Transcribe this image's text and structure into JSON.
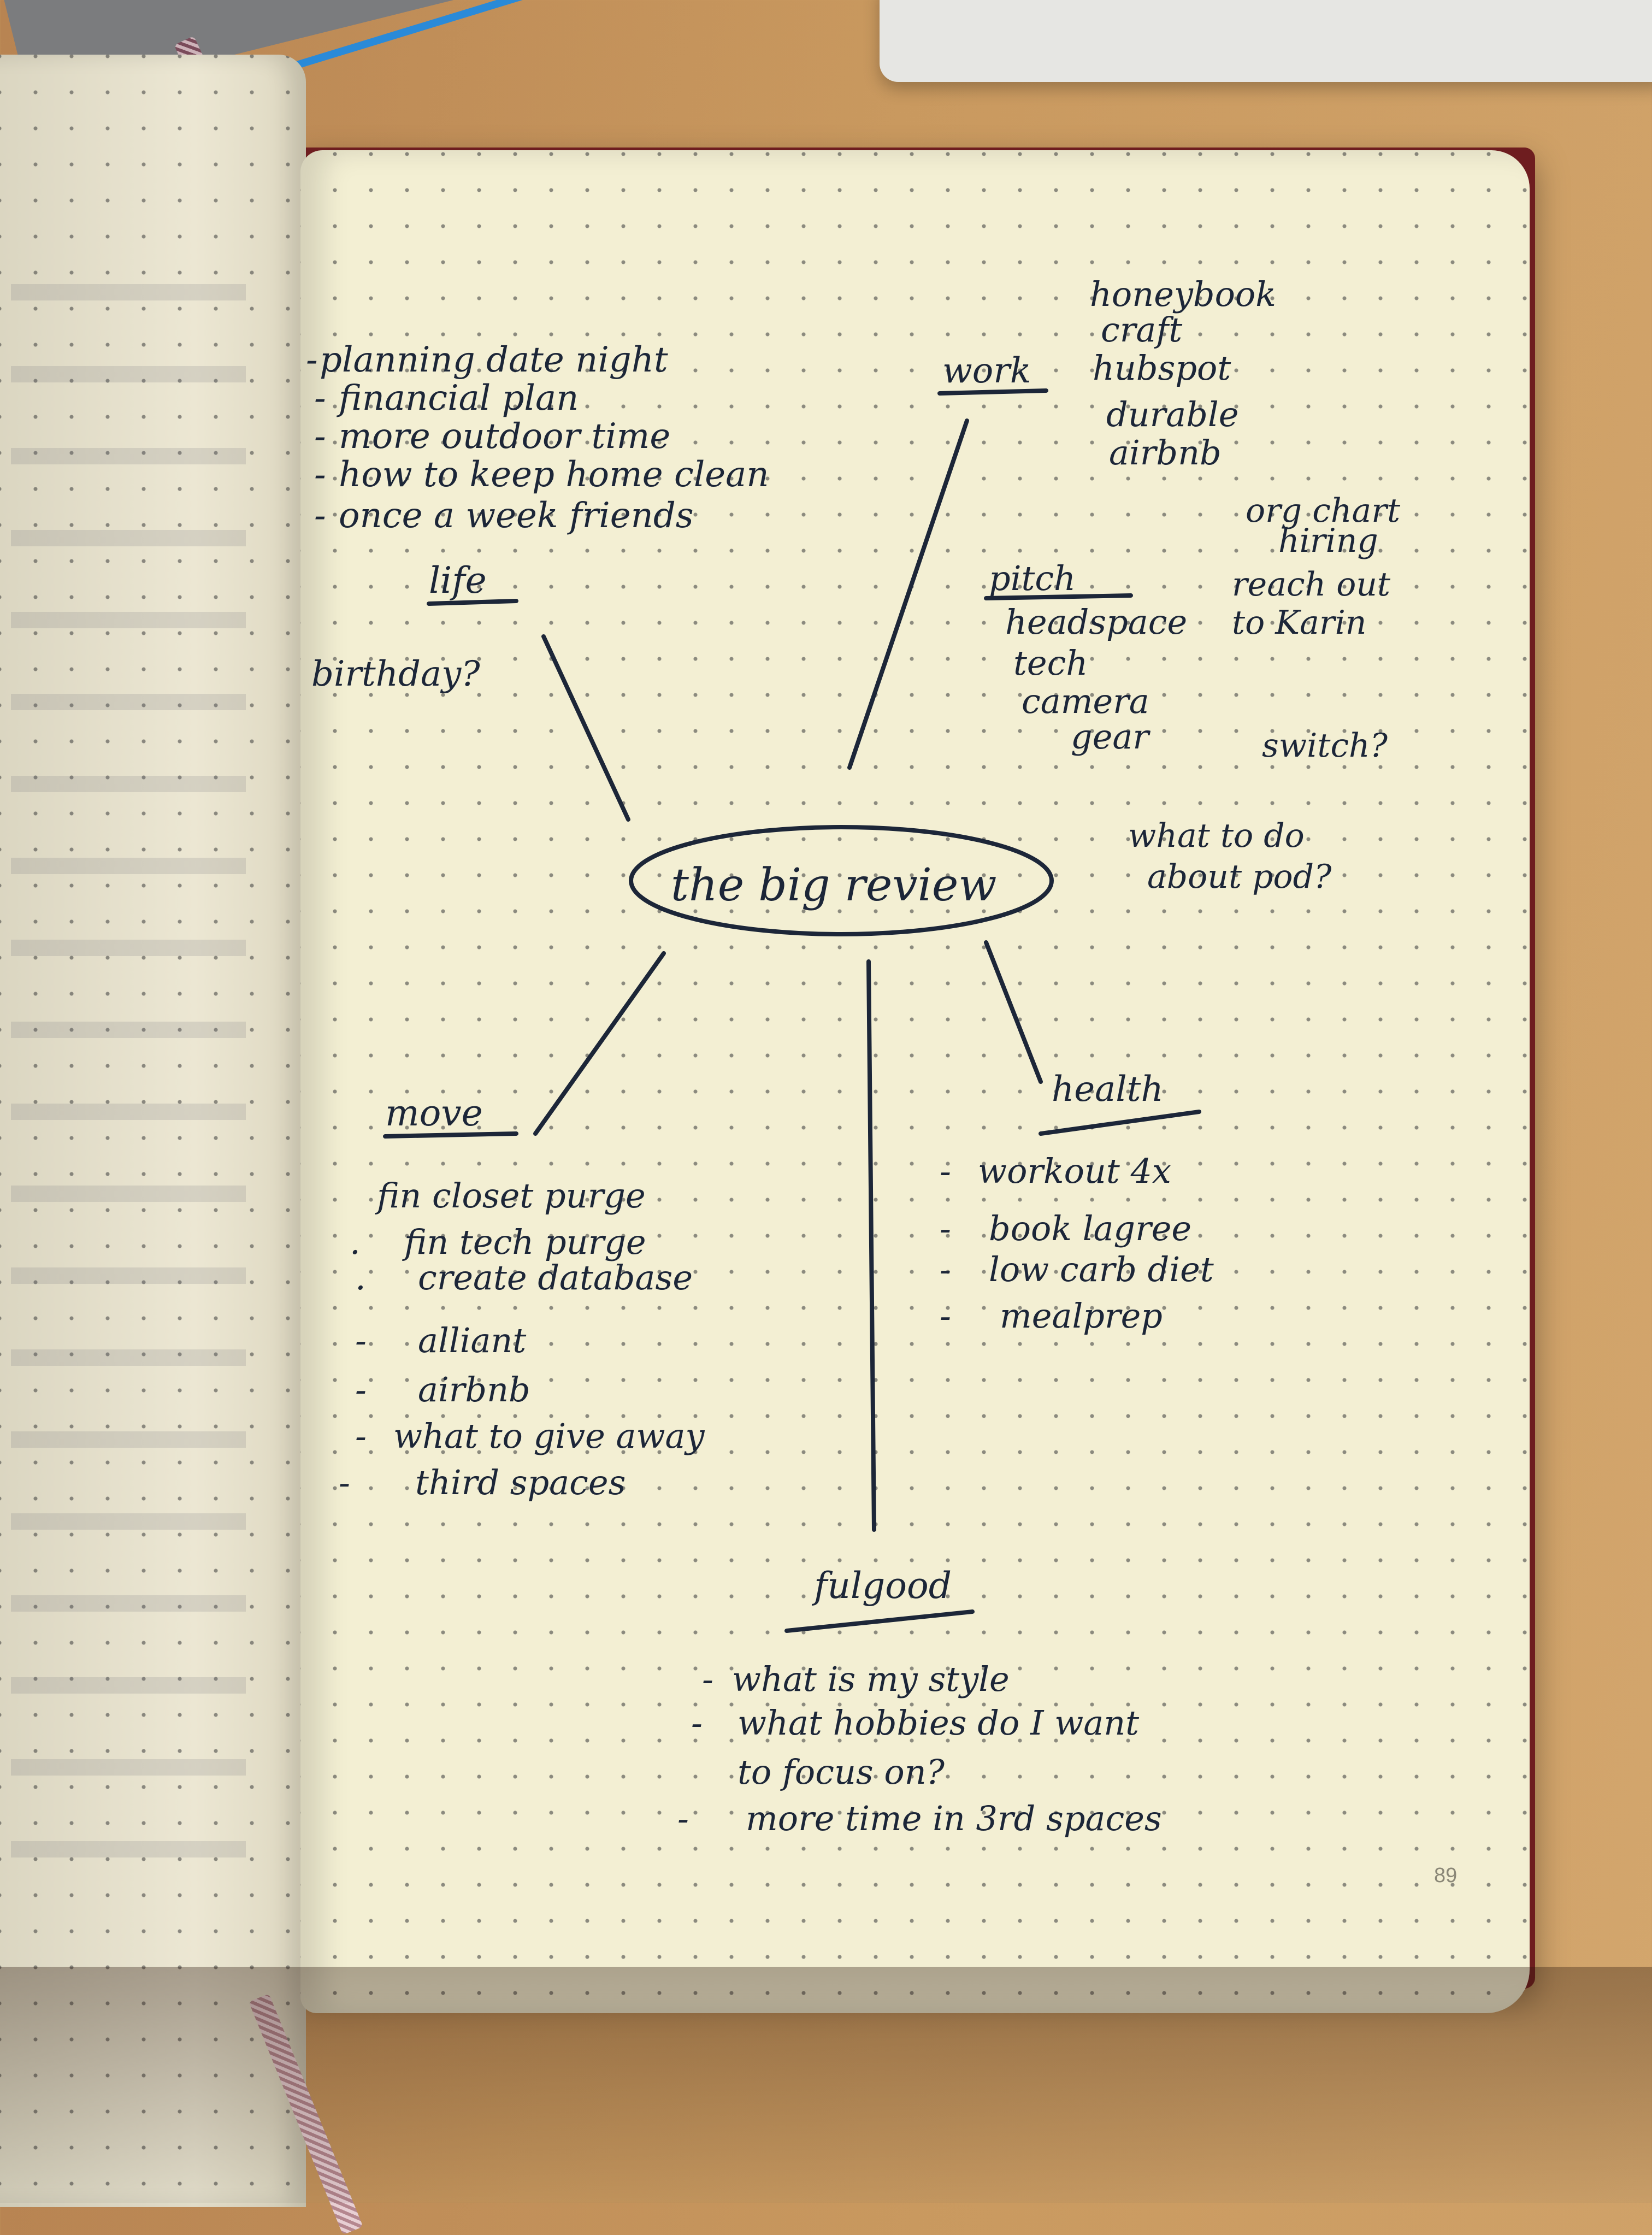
{
  "page": {
    "number": "89",
    "center": "the big review",
    "branches": {
      "life": {
        "label": "life",
        "items": [
          "planning date night",
          "financial plan",
          "more outdoor time",
          "how to keep home clean",
          "once a week friends"
        ],
        "note": "birthday?"
      },
      "work": {
        "label": "work",
        "items": [
          "honeybook",
          "craft",
          "hubspot",
          "durable",
          "airbnb"
        ]
      },
      "pitch": {
        "label": "pitch",
        "items": [
          "headspace",
          "tech",
          "camera",
          "gear"
        ]
      },
      "work_notes": [
        "org chart",
        "hiring",
        "reach out",
        "to Karin",
        "switch?",
        "what to do",
        "about pod?"
      ],
      "move": {
        "label": "move",
        "items": [
          "fin closet purge",
          "fin tech purge",
          "create database",
          "alliant",
          "airbnb",
          "what to give away",
          "third spaces"
        ]
      },
      "health": {
        "label": "health",
        "items": [
          "workout 4x",
          "book lagree",
          "low carb diet",
          "mealprep"
        ]
      },
      "fulgood": {
        "label": "fulgood",
        "items": [
          "what is my style",
          "what hobbies do I want",
          "to focus on?",
          "more time in 3rd spaces"
        ]
      }
    }
  },
  "colors": {
    "ink": "#1c2638",
    "paper": "#f3efd3",
    "cover": "#6e1d1f",
    "desk": "#c9995f"
  }
}
